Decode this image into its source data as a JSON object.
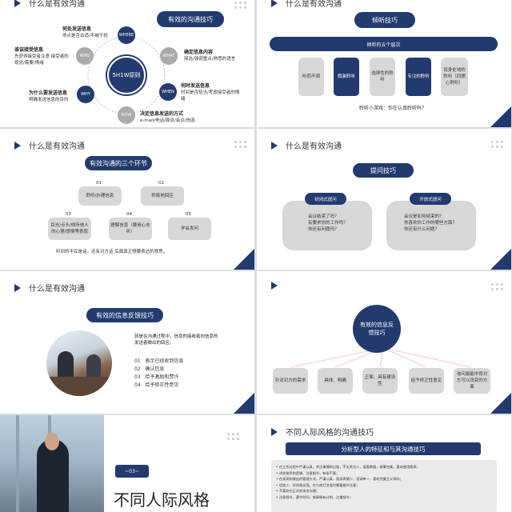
{
  "slide1": {
    "header": "什么是有效沟通",
    "title": "有效的沟通技巧",
    "center": "5H1W原则",
    "nodes": [
      "WHERE",
      "WHO",
      "WHAT",
      "WHY",
      "WHEN",
      "HOW"
    ],
    "items": [
      {
        "title": "何处发送信息",
        "desc": "地点是否合适/不被干扰"
      },
      {
        "title": "谁该接受信息",
        "desc": "先获得接受者注意 接受者的观念/需要/情绪"
      },
      {
        "title": "确定信息内容",
        "desc": "简洁/强调重点/熟悉的语言"
      },
      {
        "title": "为什么要发送信息",
        "desc": "明确发送信息的目的"
      },
      {
        "title": "何时发送信息",
        "desc": "时间是否恰当/考虑接受者的情绪"
      },
      {
        "title": "决定信息发送的方式",
        "desc": "e-mail/电话/面谈/会议/信函"
      }
    ]
  },
  "slide2": {
    "header": "什么是有效沟通",
    "title": "倾听技巧",
    "bar": "倾听的五个层次",
    "levels": [
      "听而不闻",
      "假装聆听",
      "选择性的聆听",
      "专注的聆听",
      "设身处地的聆听（同理心聆听）"
    ],
    "note": "聆听小游戏：你在认真聆听吗？"
  },
  "slide3": {
    "header": "什么是有效沟通",
    "title": "有效沟通的三个环节",
    "steps": [
      {
        "num": "01",
        "text": "聆听/办理信息"
      },
      {
        "num": "02",
        "text": "积极地回应"
      },
      {
        "num": "03",
        "text": "目光/点头/倾听他人 的心理/感情等表现"
      },
      {
        "num": "04",
        "text": "理解信息（要用心去听）"
      },
      {
        "num": "05",
        "text": "学会发问"
      }
    ],
    "note": "听到的不仅是话，还有对方话    后面真正想要表达的意思。"
  },
  "slide4": {
    "header": "什么是有效沟通",
    "title": "提问技巧",
    "left_title": "封闭式提问",
    "left_lines": [
      "会议结束了吗？",
      "有要求你的工作吗？",
      "你还有问题吗？"
    ],
    "right_title": "开放式提问",
    "right_lines": [
      "会议是如何结束的？",
      "你喜欢你工作的哪些方面？",
      "你还有什么问题？"
    ]
  },
  "slide5": {
    "header": "什么是有效沟通",
    "title": "有效的信息反馈技巧",
    "desc": "就是在沟通过程中，信息的接收者向信息的发送者做出的回应。",
    "list": [
      {
        "num": "01",
        "text": "表示已经收到信息"
      },
      {
        "num": "02",
        "text": "确认信息"
      },
      {
        "num": "03",
        "text": "给予激励和赞许"
      },
      {
        "num": "04",
        "text": "给予修正性意见"
      }
    ]
  },
  "slide6": {
    "center": "有效的信息反馈技巧",
    "boxes": [
      "针对对方的需求",
      "具体、明确",
      "正面、具有建设性",
      "给予修正性意见",
      "询问最能中肯对方可以改变的方面"
    ]
  },
  "slide7": {
    "badge": "~03~",
    "title": "不同人际风格"
  },
  "slide8": {
    "header": "不同人际风格的沟通技巧",
    "bar": "分析型人的特征和与其沟通技巧",
    "lines": [
      "在工作过程中严谨认真，关注事情和过程，不太关注人，爱看数据，做事完美，喜欢使用图表；",
      "讲求秩序和逻辑，注意细节，有条不紊；",
      "在表现和做出的管理方式，严谨认真，面部表情少，语调单一，喜欢完美主义倾向；",
      "话较少，时间观念强，在与他打交道时需要格外注意；",
      "不喜欢在正式的场合沟通；",
      "注意细节，遵守时间，做事情有计划，注重细节；"
    ]
  }
}
